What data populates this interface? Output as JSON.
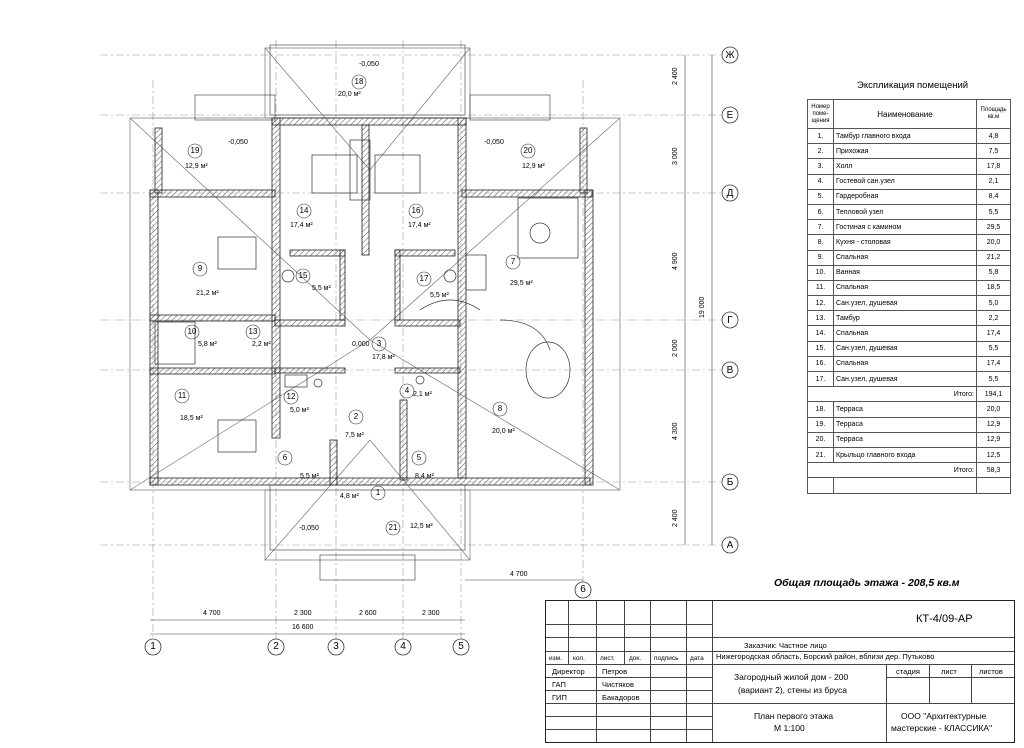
{
  "explication": {
    "title": "Экспликация помещений",
    "headers": {
      "num": "Номер поме-щения",
      "name": "Наименование",
      "area": "Площадь кв.м"
    },
    "rows": [
      {
        "n": "1.",
        "name": "Тамбур главного входа",
        "area": "4,8"
      },
      {
        "n": "2.",
        "name": "Прихожая",
        "area": "7,5"
      },
      {
        "n": "3.",
        "name": "Холл",
        "area": "17,8"
      },
      {
        "n": "4.",
        "name": "Гостевой сан.узел",
        "area": "2,1"
      },
      {
        "n": "5.",
        "name": "Гардеробная",
        "area": "8,4"
      },
      {
        "n": "6.",
        "name": "Тепловой узел",
        "area": "5,5"
      },
      {
        "n": "7.",
        "name": "Гостиная с камином",
        "area": "29,5"
      },
      {
        "n": "8.",
        "name": "Кухня - столовая",
        "area": "20,0"
      },
      {
        "n": "9.",
        "name": "Спальная",
        "area": "21,2"
      },
      {
        "n": "10.",
        "name": "Ванная",
        "area": "5,8"
      },
      {
        "n": "11.",
        "name": "Спальная",
        "area": "18,5"
      },
      {
        "n": "12.",
        "name": "Сан.узел, душевая",
        "area": "5,0"
      },
      {
        "n": "13.",
        "name": "Тамбур",
        "area": "2,2"
      },
      {
        "n": "14.",
        "name": "Спальная",
        "area": "17,4"
      },
      {
        "n": "15.",
        "name": "Сан.узел, душевая",
        "area": "5,5"
      },
      {
        "n": "16.",
        "name": "Спальная",
        "area": "17,4"
      },
      {
        "n": "17.",
        "name": "Сан.узел, душевая",
        "area": "5,5"
      }
    ],
    "subtotal1_label": "Итого:",
    "subtotal1": "194,1",
    "rows2": [
      {
        "n": "18.",
        "name": "Терраса",
        "area": "20,0"
      },
      {
        "n": "19.",
        "name": "Терраса",
        "area": "12,9"
      },
      {
        "n": "20.",
        "name": "Терраса",
        "area": "12,9"
      },
      {
        "n": "21.",
        "name": "Крыльцо главного входа",
        "area": "12,5"
      }
    ],
    "subtotal2_label": "Итого:",
    "subtotal2": "58,3"
  },
  "total_area": "Общая площадь этажа - 208,5 кв.м",
  "stamp": {
    "code": "КТ-4/09-АР",
    "customer": "Заказчик: Частное лицо",
    "location": "Нижегородская область, Борский район, вблизи дер. Путьково",
    "hdr_izm": "изм.",
    "hdr_kol": "кол.",
    "hdr_list": "лист.",
    "hdr_dok": "док.",
    "hdr_podp": "подпись",
    "hdr_data": "дата",
    "role1": "Директор",
    "name1": "Петров",
    "role2": "ГАП",
    "name2": "Чистяков",
    "role3": "ГИП",
    "name3": "Бакадоров",
    "project_line1": "Загородный жилой дом - 200",
    "project_line2": "(вариант 2), стены из бруса",
    "sheet_line1": "План первого этажа",
    "sheet_line2": "М 1:100",
    "stadia": "стадия",
    "list": "лист",
    "listov": "листов",
    "company_line1": "ООО \"Архитектурные",
    "company_line2": "мастерские - КЛАССИКА\""
  },
  "axes": {
    "letters": [
      "Ж",
      "Е",
      "Д",
      "Г",
      "В",
      "Б",
      "А"
    ],
    "numbers": [
      "1",
      "2",
      "3",
      "4",
      "5",
      "6"
    ]
  },
  "dims": {
    "vertical": [
      "2 400",
      "3 000",
      "4 900",
      "2 000",
      "4 300",
      "2 400"
    ],
    "vertical_total": "19 000",
    "horizontal": [
      "4 700",
      "2 300",
      "2 600",
      "2 300"
    ],
    "horizontal_total": "16 600",
    "right_offset": "4 700"
  },
  "rooms": [
    {
      "num": "18",
      "area": "20,0 м²",
      "level": "-0,050"
    },
    {
      "num": "19",
      "area": "12,9 м²",
      "level": "-0,050"
    },
    {
      "num": "20",
      "area": "12,9 м²",
      "level": "-0,050"
    },
    {
      "num": "14",
      "area": "17,4 м²"
    },
    {
      "num": "16",
      "area": "17,4 м²"
    },
    {
      "num": "9",
      "area": "21,2 м²"
    },
    {
      "num": "15",
      "area": "5,5 м²"
    },
    {
      "num": "17",
      "area": "5,5 м²"
    },
    {
      "num": "7",
      "area": "29,5 м²"
    },
    {
      "num": "10",
      "area": "5,8 м²"
    },
    {
      "num": "13",
      "area": "2,2 м²"
    },
    {
      "num": "3",
      "area": "17,8 м²",
      "level": "0,000"
    },
    {
      "num": "11",
      "area": "18,5 м²"
    },
    {
      "num": "12",
      "area": "5,0 м²"
    },
    {
      "num": "4",
      "area": "2,1 м²"
    },
    {
      "num": "2",
      "area": "7,5 м²"
    },
    {
      "num": "8",
      "area": "20,0 м²"
    },
    {
      "num": "6",
      "area": "5,5 м²"
    },
    {
      "num": "5",
      "area": "8,4 м²"
    },
    {
      "num": "1",
      "area": "4,8 м²"
    },
    {
      "num": "21",
      "area": "12,5 м²",
      "level": "-0,050"
    }
  ]
}
